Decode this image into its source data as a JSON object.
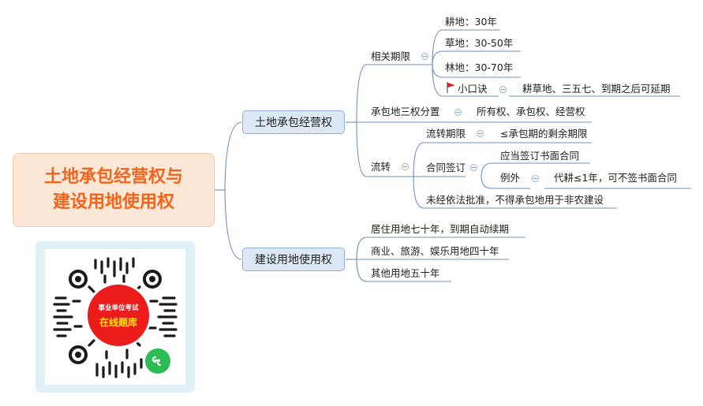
{
  "root": {
    "line1": "土地承包经营权与",
    "line2": "建设用地使用权"
  },
  "branch_land": {
    "title": "土地承包经营权",
    "term": {
      "label": "相关期限",
      "items": [
        "耕地：30年",
        "草地：30-50年",
        "林地：30-70年"
      ],
      "tip_label": "小口诀",
      "tip_text": "耕草地、三五七、到期之后可延期"
    },
    "separation": {
      "label": "承包地三权分置",
      "text": "所有权、承包权、经营权"
    },
    "transfer": {
      "label": "流转",
      "period": {
        "label": "流转期限",
        "text": "≤承包期的剩余期限"
      },
      "contract": {
        "label": "合同签订",
        "rule": "应当签订书面合同",
        "exception_label": "例外",
        "exception_text": "代耕≤1年，可不签书面合同"
      },
      "ban": "未经依法批准，不得承包地用于非农建设"
    }
  },
  "branch_construction": {
    "title": "建设用地使用权",
    "items": [
      "居住用地七十年，到期自动续期",
      "商业、旅游、娱乐用地四十年",
      "其他用地五十年"
    ]
  },
  "qr": {
    "line1": "事业单位考试",
    "line2": "在线题库"
  },
  "colors": {
    "link": "#6f8fb8",
    "root_text": "#f0641e",
    "root_bg": "#fde7d6",
    "main_bg": "#dde8f5",
    "flag": "#e02020",
    "qr_center": "#ea1c1c",
    "wechat": "#2dbb55"
  }
}
